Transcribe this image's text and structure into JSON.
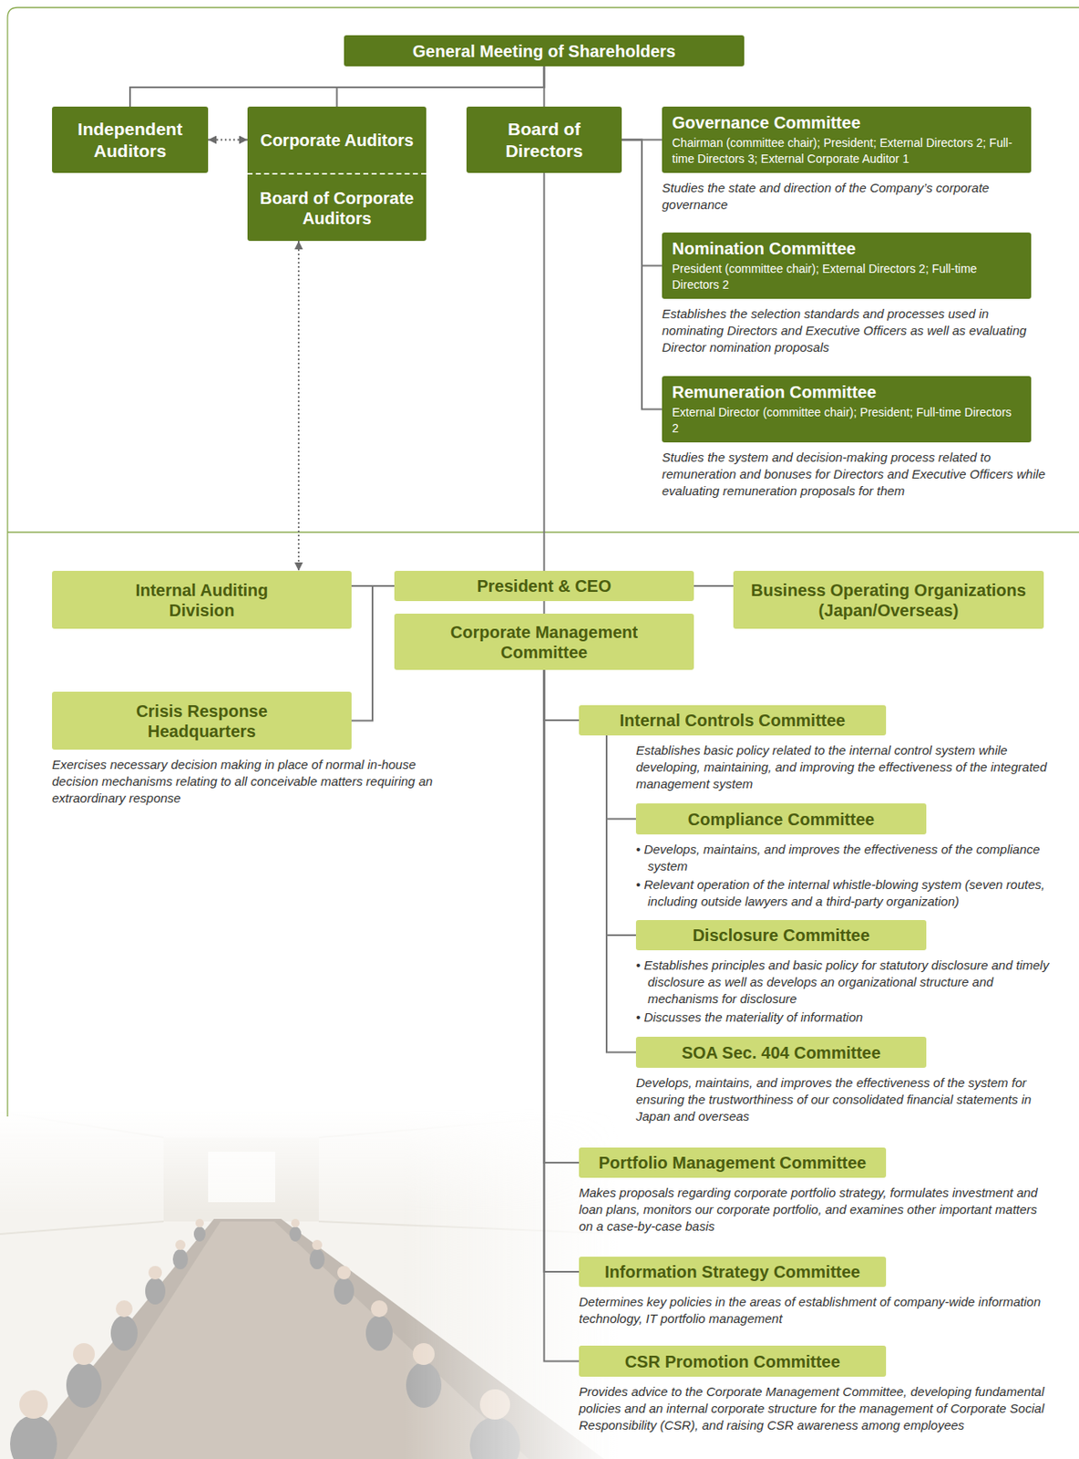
{
  "diagram": {
    "nodes": [
      {
        "text": [
          "General Meeting of Shareholders"
        ]
      },
      {
        "text": [
          "Independent Auditors"
        ]
      },
      {
        "text": [
          "Corporate Auditors",
          "Board of Corporate Auditors"
        ]
      },
      {
        "text": [
          "Board of Directors"
        ]
      },
      {
        "text": [
          "Governance Committee",
          "Chairman (committee chair); President; External Directors 2; Full-time Directors 3; External Corporate Auditor 1"
        ]
      },
      {
        "text": [
          "Nomination Committee",
          "President (committee chair); External Directors 2; Full-time Directors 2"
        ]
      },
      {
        "text": [
          "Remuneration Committee",
          "External Director (committee chair); President; Full-time Directors 2"
        ]
      },
      {
        "text": [
          "Internal Auditing Division"
        ]
      },
      {
        "text": [
          "President & CEO"
        ]
      },
      {
        "text": [
          "Business Operating Organizations (Japan/Overseas)"
        ]
      },
      {
        "text": [
          "Corporate Management Committee"
        ]
      },
      {
        "text": [
          "Crisis Response Headquarters"
        ]
      },
      {
        "text": [
          "Internal Controls Committee"
        ]
      },
      {
        "text": [
          "Compliance Committee"
        ]
      },
      {
        "text": [
          "Disclosure Committee"
        ]
      },
      {
        "text": [
          "SOA Sec. 404 Committee"
        ]
      },
      {
        "text": [
          "Portfolio Management Committee"
        ]
      },
      {
        "text": [
          "Information Strategy Committee"
        ]
      },
      {
        "text": [
          "CSR Promotion Committee"
        ]
      }
    ],
    "edges": [
      {
        "from": 0,
        "to": 1,
        "arrow": "none"
      },
      {
        "from": 0,
        "to": 2,
        "arrow": "none"
      },
      {
        "from": 0,
        "to": 3,
        "arrow": "none"
      },
      {
        "from": 1,
        "to": 2,
        "arrow": "both"
      },
      {
        "from": 3,
        "to": 4,
        "arrow": "none"
      },
      {
        "from": 3,
        "to": 5,
        "arrow": "none"
      },
      {
        "from": 3,
        "to": 6,
        "arrow": "none"
      },
      {
        "from": 2,
        "to": 7,
        "arrow": "both"
      },
      {
        "from": 3,
        "to": 8,
        "arrow": "none"
      },
      {
        "from": 8,
        "to": 7,
        "arrow": "none"
      },
      {
        "from": 8,
        "to": 9,
        "arrow": "none"
      },
      {
        "from": 8,
        "to": 11,
        "arrow": "none"
      },
      {
        "from": 8,
        "to": 10,
        "arrow": "none"
      },
      {
        "from": 10,
        "to": 12,
        "arrow": "none"
      },
      {
        "from": 12,
        "to": 13,
        "arrow": "none"
      },
      {
        "from": 12,
        "to": 14,
        "arrow": "none"
      },
      {
        "from": 12,
        "to": 15,
        "arrow": "none"
      },
      {
        "from": 10,
        "to": 16,
        "arrow": "none"
      },
      {
        "from": 10,
        "to": 17,
        "arrow": "none"
      },
      {
        "from": 10,
        "to": 18,
        "arrow": "none"
      }
    ],
    "labels": [
      "Studies the state and direction of the Company’s corporate governance",
      "Establishes the selection standards and processes used in nominating Directors and Executive Officers as well as evaluating Director nomination proposals",
      "Studies the system and decision-making process related to remuneration and bonuses for Directors and Executive Officers while evaluating remuneration proposals for them",
      "Exercises necessary decision making in place of normal in-house decision mechanisms relating to all conceivable matters requiring an extraordinary response",
      "Establishes basic policy related to the internal control system while developing, maintaining, and improving the effectiveness of the integrated management system",
      "• Develops, maintains, and improves the effectiveness of the compliance system",
      "• Relevant operation of the internal whistle-blowing system (seven routes, including outside lawyers and a third-party organization)",
      "• Establishes principles and basic policy for statutory disclosure and timely disclosure as well as develops an organizational structure and mechanisms for disclosure",
      "• Discusses the materiality of information",
      "Develops, maintains, and improves the effectiveness of the system for ensuring the trustworthiness of our consolidated financial statements in Japan and overseas",
      "Makes proposals regarding corporate portfolio strategy, formulates investment and loan plans, monitors our corporate portfolio, and examines other important matters on a case-by-case basis",
      "Determines key policies in the areas of establishment of company-wide information technology, IT portfolio management",
      "Provides advice to the Corporate Management Committee, developing fundamental policies and an internal corporate structure for the management of Corporate Social Responsibility (CSR), and raising CSR awareness among employees"
    ]
  }
}
